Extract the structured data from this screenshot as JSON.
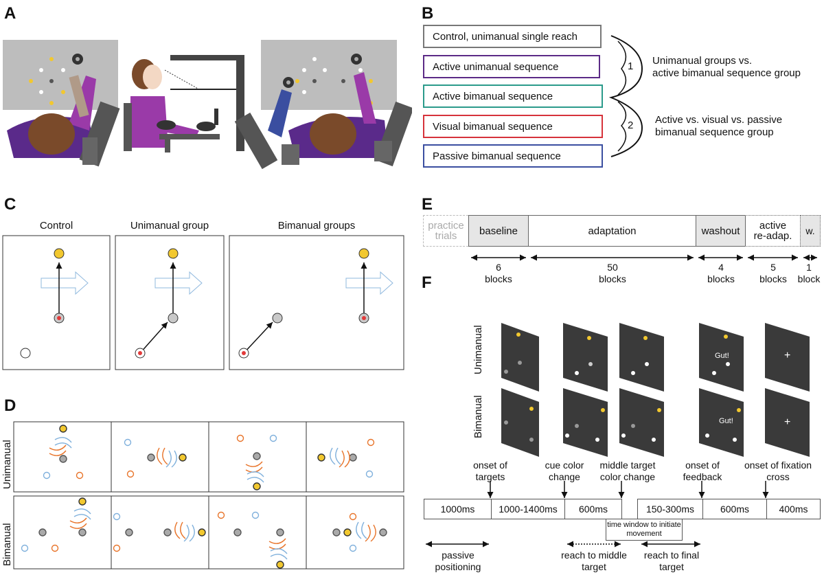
{
  "panels": {
    "A": "A",
    "B": "B",
    "C": "C",
    "D": "D",
    "E": "E",
    "F": "F"
  },
  "B": {
    "groups": [
      {
        "label": "Control, unimanual single reach",
        "color": "#777777"
      },
      {
        "label": "Active unimanual sequence",
        "color": "#5b2a86"
      },
      {
        "label": "Active bimanual sequence",
        "color": "#2a9a8a"
      },
      {
        "label": "Visual bimanual sequence",
        "color": "#d6323a"
      },
      {
        "label": "Passive bimanual sequence",
        "color": "#3a4ea0"
      }
    ],
    "comparison1": {
      "num": "1",
      "line1": "Unimanual groups vs.",
      "line2": "active bimanual sequence group"
    },
    "comparison2": {
      "num": "2",
      "line1": "Active vs. visual vs. passive",
      "line2": "bimanual sequence group"
    }
  },
  "C": {
    "titles": [
      "Control",
      "Unimanual group",
      "Bimanual groups"
    ]
  },
  "D": {
    "rows": [
      "Unimanual",
      "Bimanual"
    ]
  },
  "E": {
    "segments": [
      "practice trials",
      "baseline",
      "adaptation",
      "washout",
      "active re-adap.",
      "w."
    ],
    "counts": [
      {
        "n": "6",
        "unit": "blocks"
      },
      {
        "n": "50",
        "unit": "blocks"
      },
      {
        "n": "4",
        "unit": "blocks"
      },
      {
        "n": "5",
        "unit": "blocks"
      },
      {
        "n": "1",
        "unit": "block"
      }
    ]
  },
  "F": {
    "rows": [
      "Unimanual",
      "Bimanual"
    ],
    "feedback": "Gut!",
    "cross": "+",
    "events": [
      "onset of targets",
      "cue color change",
      "middle target color change",
      "onset of feedback",
      "onset of fixation cross"
    ],
    "durations": [
      "1000ms",
      "1000-1400ms",
      "600ms",
      "150-300ms",
      "600ms",
      "400ms"
    ],
    "window": "time window to initiate movement",
    "movements": [
      "passive positioning",
      "reach to middle target",
      "reach to final target"
    ]
  },
  "colors": {
    "yellow": "#f2c82f",
    "orange": "#e8742a",
    "blue": "#7fb0dc",
    "red": "#e23a3a",
    "grey": "#a8a8a8",
    "purple": "#8a3aa0"
  }
}
